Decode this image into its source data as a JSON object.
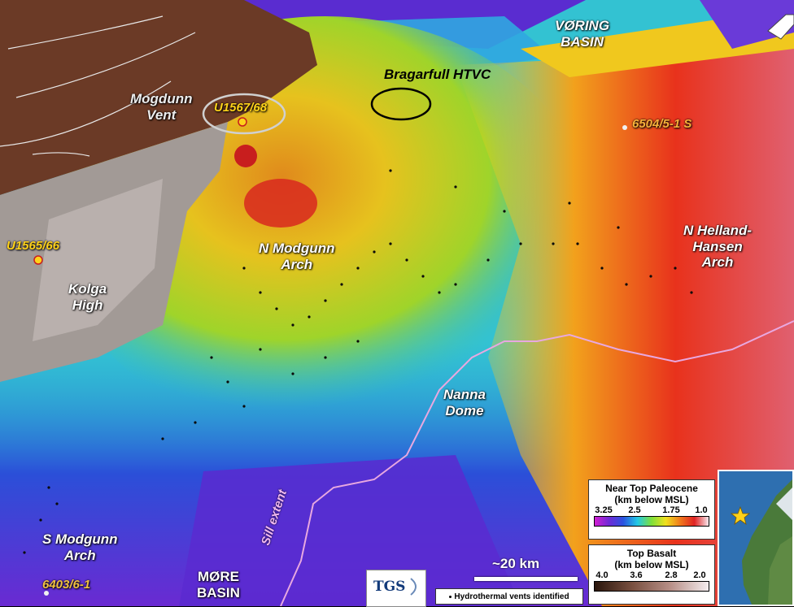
{
  "labels": {
    "voring_basin_1": "VØRING",
    "voring_basin_2": "BASIN",
    "bragarfull": "Bragarfull HTVC",
    "mogdunn_vent_1": "Mogdunn",
    "mogdunn_vent_2": "Vent",
    "u1567": "U1567/68",
    "well_6504": "6504/5-1 S",
    "u1565": "U1565/66",
    "kolga_1": "Kolga",
    "kolga_2": "High",
    "n_modgunn_1": "N Modgunn",
    "n_modgunn_2": "Arch",
    "n_helland_1": "N Helland-",
    "n_helland_2": "Hansen",
    "n_helland_3": "Arch",
    "nanna_1": "Nanna",
    "nanna_2": "Dome",
    "s_modgunn_1": "S Modgunn",
    "s_modgunn_2": "Arch",
    "well_6403": "6403/6-1",
    "more_1": "MØRE",
    "more_2": "BASIN",
    "sill": "Sill extent"
  },
  "legend_paleocene": {
    "title_1": "Near Top Paleocene",
    "title_2": "(km below MSL)",
    "ticks": [
      "3.25",
      "2.5",
      "1.75",
      "1.0"
    ]
  },
  "legend_basalt": {
    "title_1": "Top Basalt",
    "title_2": "(km below MSL)",
    "ticks": [
      "4.0",
      "3.6",
      "2.8",
      "2.0"
    ]
  },
  "scale": "~20 km",
  "logo": "TGS",
  "vents_legend": "Hydrothermal vents identified",
  "colors": {
    "label_yellow": "#ffd21a",
    "sill_line": "#e8a8e0",
    "well_marker": "#ffd21a"
  }
}
